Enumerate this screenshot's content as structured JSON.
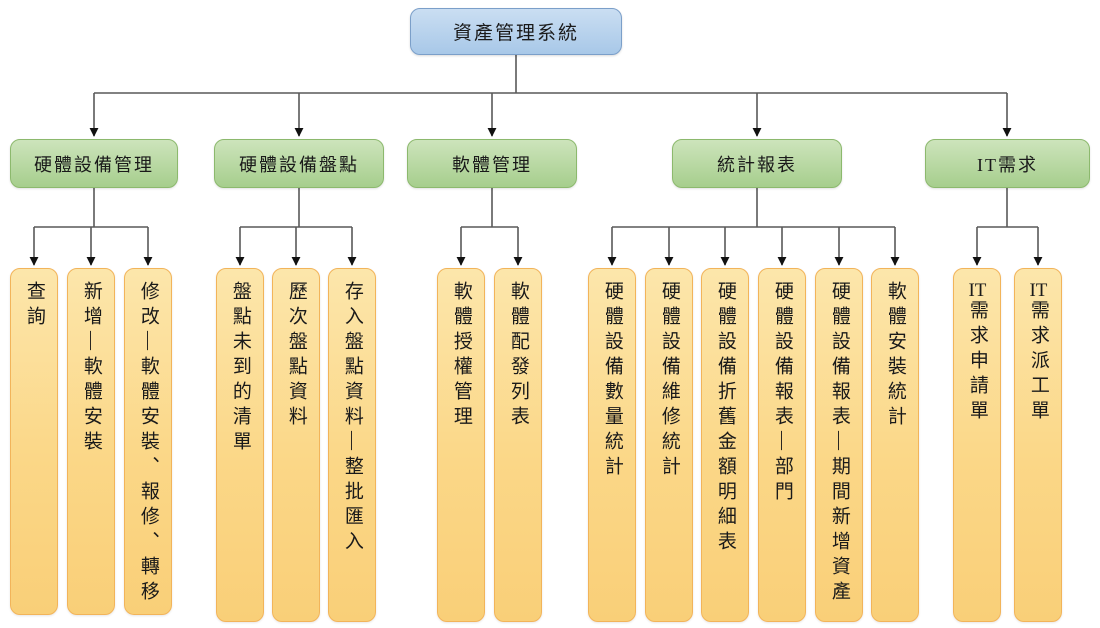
{
  "diagram": {
    "type": "org-chart",
    "root": {
      "label": "資產管理系統"
    },
    "branches": [
      {
        "label": "硬體設備管理",
        "children": [
          {
            "label": "查詢"
          },
          {
            "label": "新增—軟體安裝"
          },
          {
            "label": "修改—軟體安裝、報修、轉移"
          }
        ]
      },
      {
        "label": "硬體設備盤點",
        "children": [
          {
            "label": "盤點未到的清單"
          },
          {
            "label": "歷次盤點資料"
          },
          {
            "label": "存入盤點資料—整批匯入"
          }
        ]
      },
      {
        "label": "軟體管理",
        "children": [
          {
            "label": "軟體授權管理"
          },
          {
            "label": "軟體配發列表"
          }
        ]
      },
      {
        "label": "統計報表",
        "children": [
          {
            "label": "硬體設備數量統計"
          },
          {
            "label": "硬體設備維修統計"
          },
          {
            "label": "硬體設備折舊金額明細表"
          },
          {
            "label": "硬體設備報表—部門"
          },
          {
            "label": "硬體設備報表—期間新增資產"
          },
          {
            "label": "軟體安裝統計"
          }
        ]
      },
      {
        "label": "IT需求",
        "children": [
          {
            "label": "IT需求申請單"
          },
          {
            "label": "IT需求派工單"
          }
        ]
      }
    ],
    "colors": {
      "root_fill_top": "#cadef2",
      "root_fill_bottom": "#a8c8e8",
      "root_border": "#7b9fc9",
      "branch_fill_top": "#cde4bc",
      "branch_fill_bottom": "#a6ce8d",
      "branch_border": "#8cb96d",
      "leaf_fill_top": "#fce6ab",
      "leaf_fill_bottom": "#f9cf78",
      "leaf_border": "#f2b45a",
      "connector_line": "#595959",
      "arrowhead": "#111111",
      "text": "#1a1a1a",
      "background": "#ffffff"
    }
  }
}
